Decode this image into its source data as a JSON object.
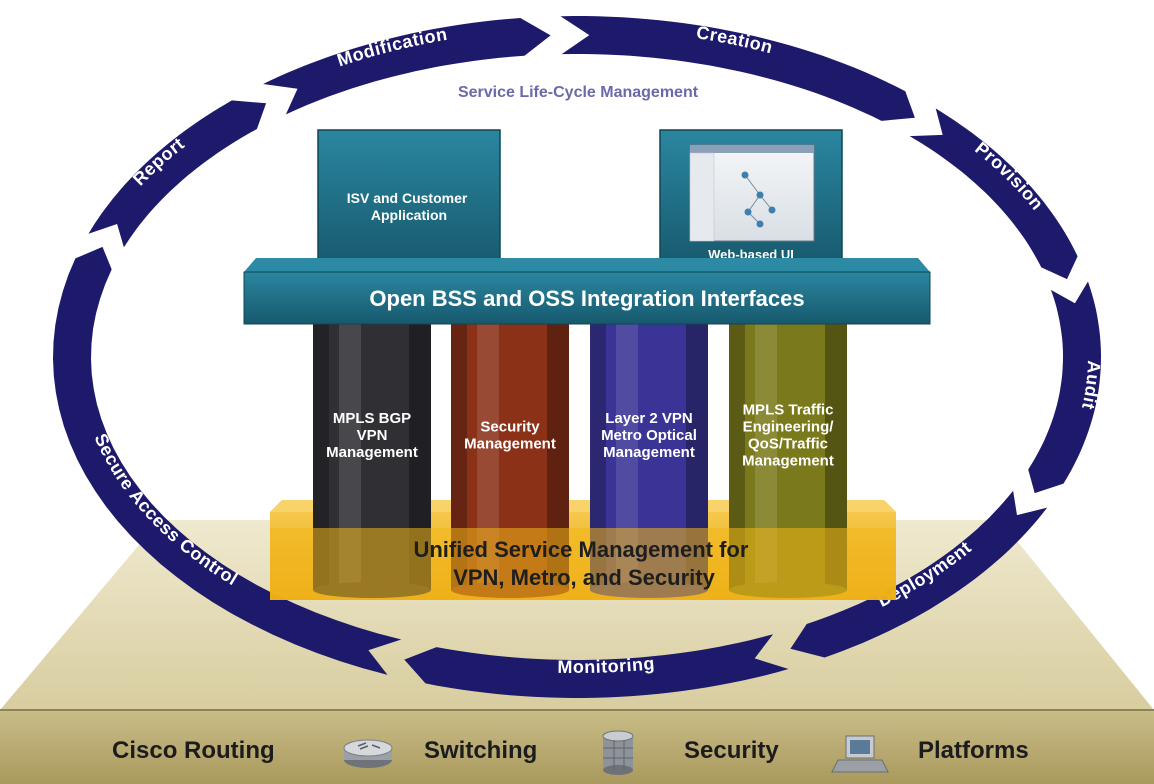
{
  "ring": {
    "title": "Service Life-Cycle Management",
    "stages": [
      {
        "key": "creation",
        "label": "Creation"
      },
      {
        "key": "provision",
        "label": "Provision"
      },
      {
        "key": "audit",
        "label": "Audit"
      },
      {
        "key": "deployment",
        "label": "Deployment"
      },
      {
        "key": "monitoring",
        "label": "Monitoring"
      },
      {
        "key": "secure-access-control",
        "label": "Secure Access Control"
      },
      {
        "key": "report",
        "label": "Report"
      },
      {
        "key": "modification",
        "label": "Modification"
      }
    ]
  },
  "top_boxes": {
    "isv": "ISV and Customer Application",
    "isv_lines": [
      "ISV and Customer",
      "Application"
    ],
    "web": "Web-based UI"
  },
  "integration_bar": "Open BSS and OSS Integration Interfaces",
  "pillars": [
    {
      "label": "MPLS BGP VPN Management",
      "lines": [
        "MPLS BGP",
        "VPN",
        "Management"
      ],
      "color": "#2f2f34"
    },
    {
      "label": "Security Management",
      "lines": [
        "Security",
        "Management"
      ],
      "color": "#8a3118"
    },
    {
      "label": "Layer 2 VPN Metro Optical Management",
      "lines": [
        "Layer 2 VPN",
        "Metro Optical",
        "Management"
      ],
      "color": "#3a3496"
    },
    {
      "label": "MPLS Traffic Engineering/ QoS/Traffic Management",
      "lines": [
        "MPLS Traffic",
        "Engineering/",
        "QoS/Traffic",
        "Management"
      ],
      "color": "#7a7a1c"
    }
  ],
  "usm": {
    "text": "Unified Service Management for VPN, Metro, and Security",
    "lines": [
      "Unified Service Management for",
      "VPN, Metro, and Security"
    ]
  },
  "base_items": [
    {
      "label": "Cisco Routing",
      "icon": "router-icon"
    },
    {
      "label": "Switching",
      "icon": "switch-icon"
    },
    {
      "label": "Security",
      "icon": "firewall-icon"
    },
    {
      "label": "Platforms",
      "icon": "server-icon"
    }
  ],
  "colors": {
    "ring": "#1e1a6b",
    "teal": "#1f6f86",
    "teal_dark": "#145568",
    "gold": "#f2b71a",
    "platform": "#dcd2a8",
    "base_band": "#bcb07a",
    "title_purple": "#6b69a8"
  }
}
